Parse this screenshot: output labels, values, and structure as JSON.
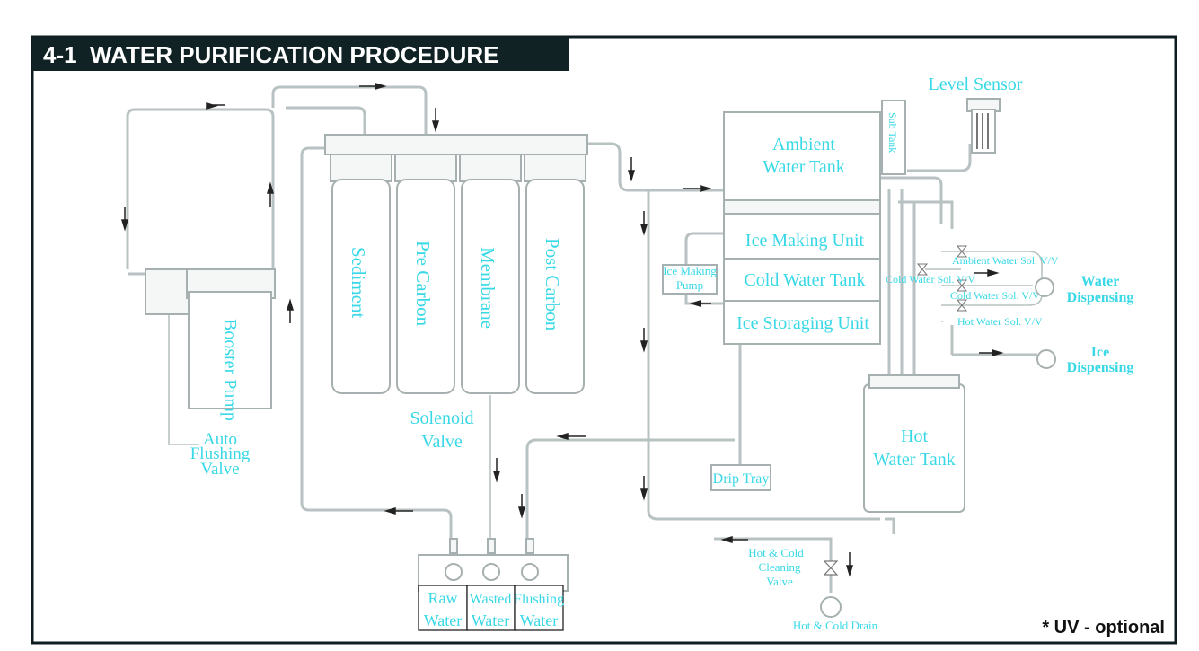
{
  "header": {
    "title": "4-1  WATER PURIFICATION PROCEDURE"
  },
  "colors": {
    "header_bg": "#102224",
    "label": "#38d8e6",
    "pipe": "#b9c2c2",
    "frame": "#0e1e20"
  },
  "components": {
    "booster_pump": "Booster Pump",
    "auto_flushing_valve": [
      "Auto",
      "Flushing",
      "Valve"
    ],
    "filters": [
      "Sediment",
      "Pre Carbon",
      "Membrane",
      "Post Carbon"
    ],
    "solenoid_valve": [
      "Solenoid",
      "Valve"
    ],
    "ambient_tank": [
      "Ambient",
      "Water Tank"
    ],
    "sub_tank": "Sub Tank",
    "level_sensor": "Level Sensor",
    "ice_making_unit": "Ice Making Unit",
    "cold_water_tank": "Cold Water Tank",
    "ice_storaging_unit": "Ice Storaging Unit",
    "ice_making_pump": [
      "Ice Making",
      "Pump"
    ],
    "ambient_sol_valve": "Ambient Water Sol. V/V",
    "cold_sol_valve_1": "Cold Water Sol. V/V",
    "cold_sol_valve_2": "Cold Water Sol. V/V",
    "hot_sol_valve": "Hot Water Sol. V/V",
    "water_dispensing": [
      "Water",
      "Dispensing"
    ],
    "ice_dispensing": [
      "Ice",
      "Dispensing"
    ],
    "hot_tank": [
      "Hot",
      "Water Tank"
    ],
    "drip_tray": "Drip Tray",
    "cleaning_valve": [
      "Hot & Cold",
      "Cleaning",
      "Valve"
    ],
    "drain": "Hot & Cold Drain",
    "outlets": [
      {
        "top": "Raw",
        "bottom": "Water"
      },
      {
        "top": "Wasted",
        "bottom": "Water"
      },
      {
        "top": "Flushing",
        "bottom": "Water"
      }
    ]
  },
  "footnote": "* UV - optional"
}
